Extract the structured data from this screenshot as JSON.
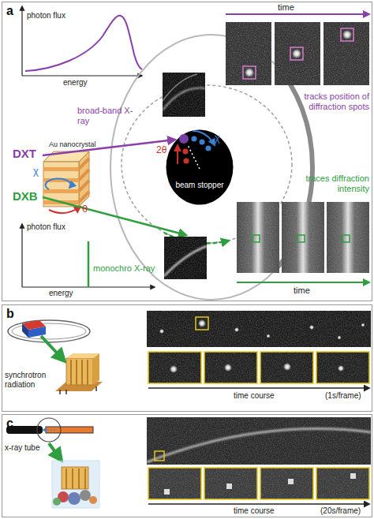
{
  "diagram": {
    "nodes": [
      {
        "text": [
          "a"
        ]
      },
      {
        "text": [
          "beam stopper"
        ],
        "in": 0
      },
      {
        "text": [
          "b"
        ]
      },
      {
        "text": [
          "c"
        ]
      }
    ],
    "labels": [
      "photon flux",
      "energy",
      "broad-band X-ray",
      "time",
      "tracks position of diffraction spots",
      "DXT",
      "DXB",
      "Au nanocrystal",
      "χ",
      "θ",
      "2θ",
      "χ",
      "traces diffraction intensity",
      "photon flux",
      "energy",
      "monochro X-ray",
      "time",
      "synchrotron radiation",
      "time course",
      "(1s/frame)",
      "x-ray tube",
      "time course",
      "(20s/frame)"
    ]
  }
}
